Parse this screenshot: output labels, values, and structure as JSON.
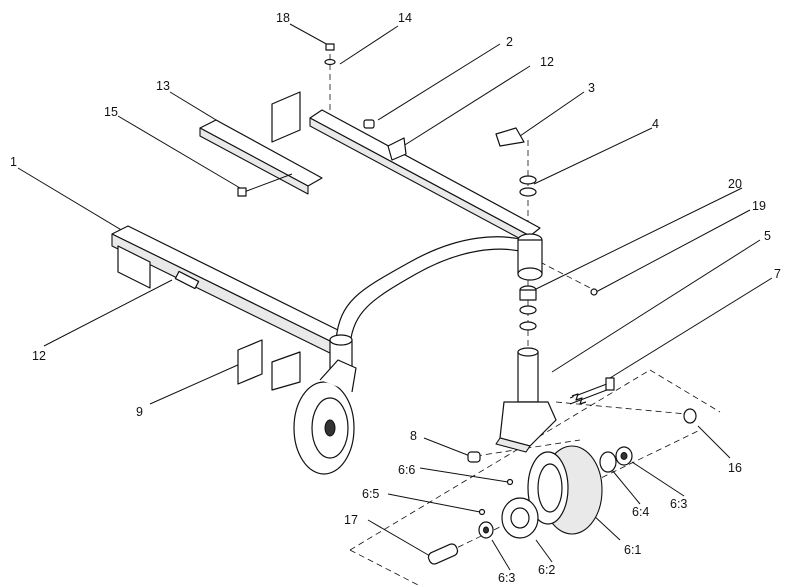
{
  "diagram": {
    "callouts": [
      {
        "id": "c18",
        "text": "18"
      },
      {
        "id": "c14",
        "text": "14"
      },
      {
        "id": "c2",
        "text": "2"
      },
      {
        "id": "c12a",
        "text": "12"
      },
      {
        "id": "c13",
        "text": "13"
      },
      {
        "id": "c3",
        "text": "3"
      },
      {
        "id": "c15",
        "text": "15"
      },
      {
        "id": "c4",
        "text": "4"
      },
      {
        "id": "c1",
        "text": "1"
      },
      {
        "id": "c20",
        "text": "20"
      },
      {
        "id": "c19",
        "text": "19"
      },
      {
        "id": "c5",
        "text": "5"
      },
      {
        "id": "c7",
        "text": "7"
      },
      {
        "id": "c12b",
        "text": "12"
      },
      {
        "id": "c9",
        "text": "9"
      },
      {
        "id": "c8",
        "text": "8"
      },
      {
        "id": "c16",
        "text": "16"
      },
      {
        "id": "c66",
        "text": "6:6"
      },
      {
        "id": "c65",
        "text": "6:5"
      },
      {
        "id": "c64",
        "text": "6:4"
      },
      {
        "id": "c63a",
        "text": "6:3"
      },
      {
        "id": "c17",
        "text": "17"
      },
      {
        "id": "c61",
        "text": "6:1"
      },
      {
        "id": "c62",
        "text": "6:2"
      },
      {
        "id": "c63b",
        "text": "6:3"
      }
    ]
  }
}
